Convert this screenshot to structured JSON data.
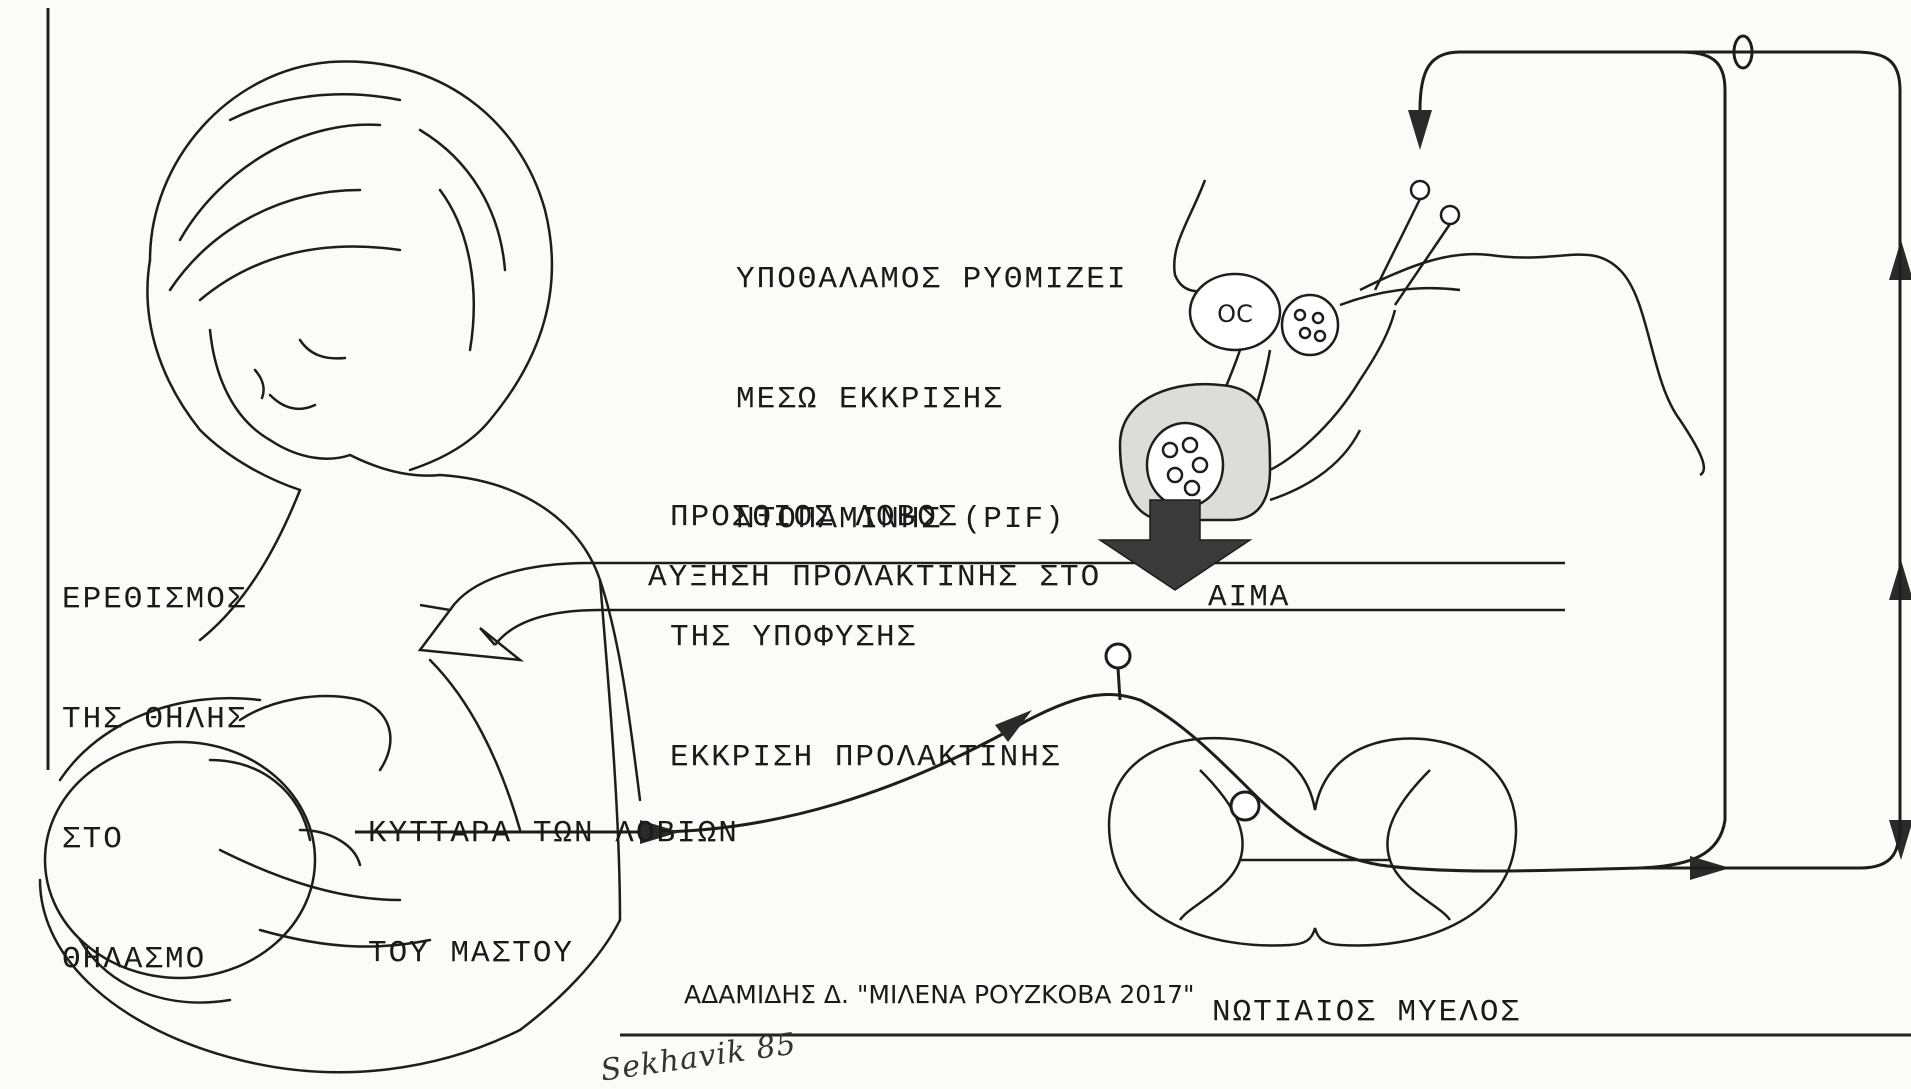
{
  "labels": {
    "hypothalamus": [
      "ΥΠΟΘΑΛΑΜΟΣ ΡΥΘΜΙΖΕΙ",
      "ΜΕΣΩ ΕΚΚΡΙΣΗΣ",
      "ΝΤΟΠΑΜΙΝΗΣ (PIF)"
    ],
    "anterior_pituitary": [
      "ΠΡΟΣΘΙΟΣ ΛΟΒΟΣ",
      "ΤΗΣ ΥΠΟΦΥΣΗΣ",
      "ΕΚΚΡΙΣΗ ΠΡΟΛΑΚΤΙΝΗΣ"
    ],
    "nipple_stimulation": [
      "ΕΡΕΘΙΣΜΟΣ",
      "ΤΗΣ ΘΗΛΗΣ",
      "ΣΤΟ",
      "ΘΗΛΑΣΜΟ"
    ],
    "prolactin_blood_a": "ΑΥΞΗΣΗ ΠΡΟΛΑΚΤΙΝΗΣ ΣΤΟ",
    "prolactin_blood_b": "ΑΙΜΑ",
    "alveolar_cells": [
      "ΚΥΤΤΑΡΑ ΤΩΝ ΛΟΒΙΩΝ",
      "ΤΟΥ ΜΑΣΤΟΥ"
    ],
    "spinal_cord": "ΝΩΤΙΑΙΟΣ ΜΥΕΛΟΣ",
    "optic_chiasm": "OC"
  },
  "credit": "ΑΔΑΜΙΔΗΣ Δ. \"ΜΙΛΕΝΑ ΡΟΥΖΚΟΒΑ 2017\"",
  "signature": "Sekhavik 85",
  "colors": {
    "ink": "#1d1d1d",
    "paper": "#fbfbf9",
    "arrow_fill": "#3a3a3a"
  }
}
